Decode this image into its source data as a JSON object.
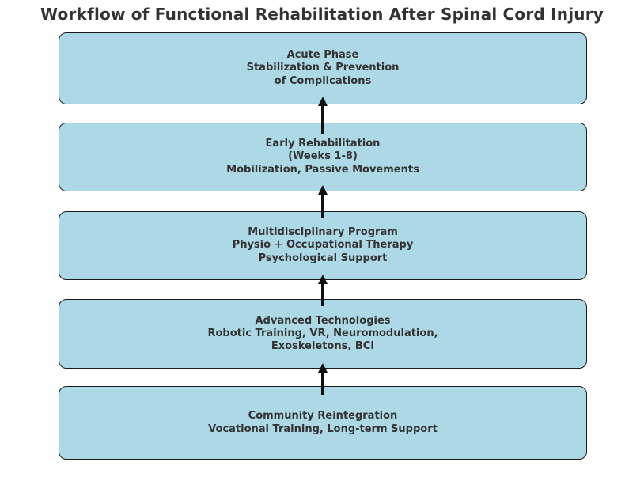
{
  "title": "Workflow of Functional Rehabilitation After Spinal Cord Injury",
  "diagram_type": "vertical-flowchart-upward-arrows",
  "colors": {
    "background": "#FFFFFF",
    "box_fill": "#ADD8E6",
    "box_border": "#1A1A1A",
    "text": "#333333",
    "arrow": "#111111"
  },
  "stages": [
    {
      "id": "acute-phase",
      "lines": [
        "Acute Phase",
        "Stabilization & Prevention",
        "of Complications"
      ]
    },
    {
      "id": "early-rehabilitation",
      "lines": [
        "Early Rehabilitation",
        "(Weeks 1-8)",
        "Mobilization, Passive Movements"
      ]
    },
    {
      "id": "multidisciplinary-program",
      "lines": [
        "Multidisciplinary Program",
        "Physio + Occupational Therapy",
        "Psychological Support"
      ]
    },
    {
      "id": "advanced-technologies",
      "lines": [
        "Advanced Technologies",
        "Robotic Training, VR, Neuromodulation,",
        "Exoskeletons, BCI"
      ]
    },
    {
      "id": "community-reintegration",
      "lines": [
        "Community Reintegration",
        "Vocational Training, Long-term Support"
      ]
    }
  ],
  "arrows": [
    {
      "from": "early-rehabilitation",
      "to": "acute-phase",
      "direction": "up"
    },
    {
      "from": "multidisciplinary-program",
      "to": "early-rehabilitation",
      "direction": "up"
    },
    {
      "from": "advanced-technologies",
      "to": "multidisciplinary-program",
      "direction": "up"
    },
    {
      "from": "community-reintegration",
      "to": "advanced-technologies",
      "direction": "up"
    }
  ]
}
